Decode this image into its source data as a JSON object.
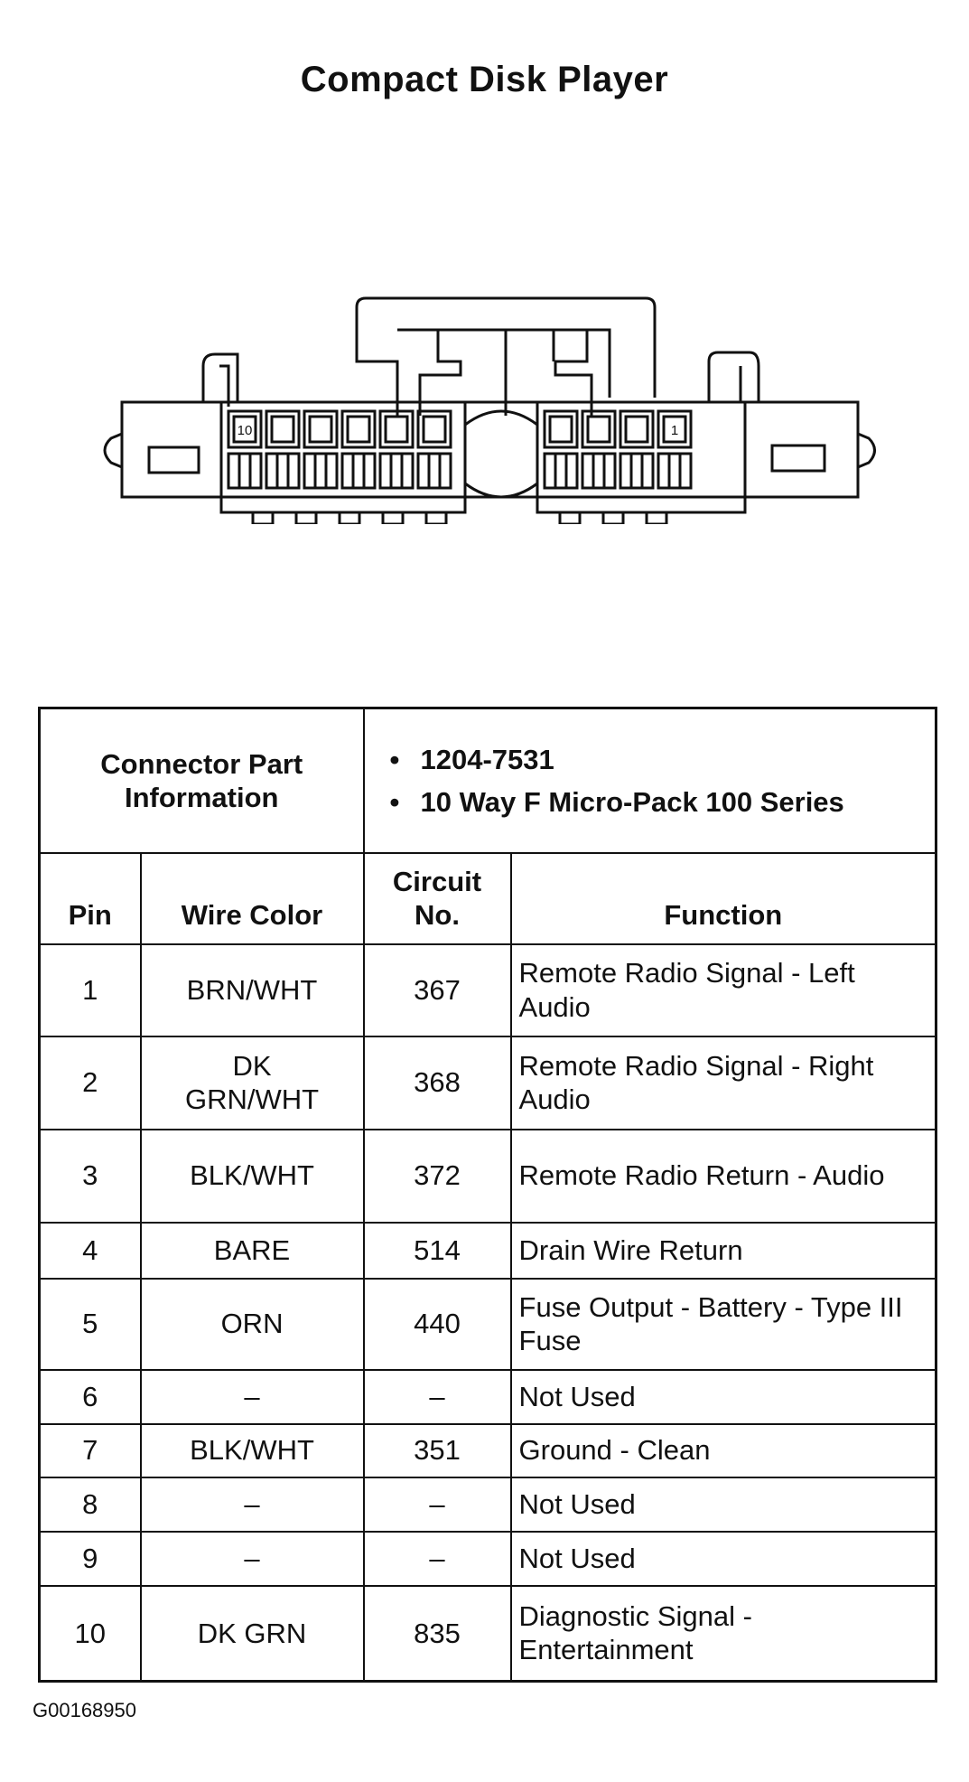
{
  "title": "Compact Disk Player",
  "connector": {
    "pin_label_left": "10",
    "pin_label_right": "1"
  },
  "part_info": {
    "label": "Connector Part Information",
    "items": [
      "1204-7531",
      "10 Way F Micro-Pack 100 Series"
    ]
  },
  "columns": {
    "pin": "Pin",
    "wire_color": "Wire Color",
    "circuit": "Circuit No.",
    "function": "Function"
  },
  "rows": [
    {
      "pin": "1",
      "wire_color": "BRN/WHT",
      "circuit": "367",
      "function": "Remote Radio Signal - Left Audio"
    },
    {
      "pin": "2",
      "wire_color": "DK GRN/WHT",
      "circuit": "368",
      "function": "Remote Radio Signal - Right Audio"
    },
    {
      "pin": "3",
      "wire_color": "BLK/WHT",
      "circuit": "372",
      "function": "Remote Radio Return - Audio"
    },
    {
      "pin": "4",
      "wire_color": "BARE",
      "circuit": "514",
      "function": "Drain Wire Return"
    },
    {
      "pin": "5",
      "wire_color": "ORN",
      "circuit": "440",
      "function": "Fuse Output - Battery - Type III Fuse"
    },
    {
      "pin": "6",
      "wire_color": "–",
      "circuit": "–",
      "function": "Not Used"
    },
    {
      "pin": "7",
      "wire_color": "BLK/WHT",
      "circuit": "351",
      "function": "Ground - Clean"
    },
    {
      "pin": "8",
      "wire_color": "–",
      "circuit": "–",
      "function": "Not Used"
    },
    {
      "pin": "9",
      "wire_color": "–",
      "circuit": "–",
      "function": "Not Used"
    },
    {
      "pin": "10",
      "wire_color": "DK GRN",
      "circuit": "835",
      "function": "Diagnostic Signal - Entertainment"
    }
  ],
  "reference": "G00168950"
}
